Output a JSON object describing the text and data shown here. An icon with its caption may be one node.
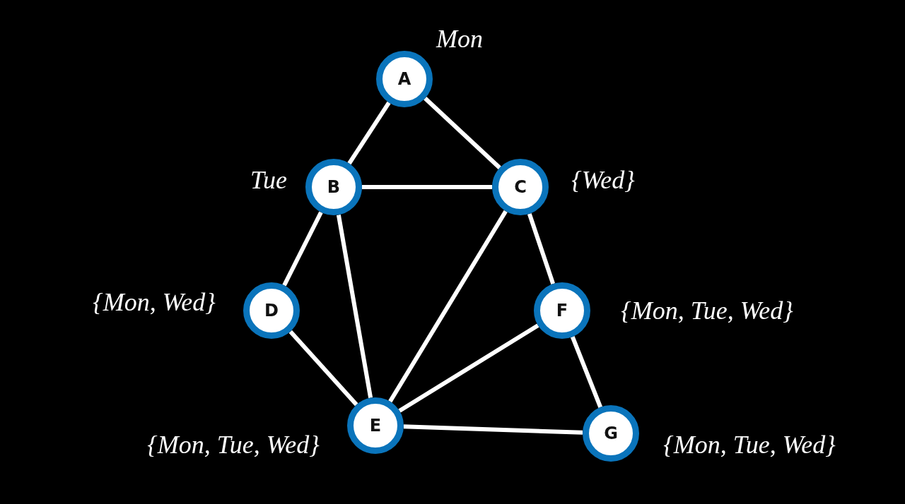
{
  "diagram": {
    "nodes": [
      {
        "text": [
          "A"
        ],
        "beside": [
          "Mon"
        ]
      },
      {
        "text": [
          "B"
        ],
        "beside": [
          "Tue"
        ]
      },
      {
        "text": [
          "C"
        ],
        "beside": [
          "{Wed}"
        ]
      },
      {
        "text": [
          "D"
        ],
        "beside": [
          "{Mon, Wed}"
        ]
      },
      {
        "text": [
          "E"
        ],
        "beside": [
          "{Mon, Tue, Wed}"
        ]
      },
      {
        "text": [
          "F"
        ],
        "beside": [
          "{Mon, Tue, Wed}"
        ]
      },
      {
        "text": [
          "G"
        ],
        "beside": [
          "{Mon, Tue, Wed}"
        ]
      }
    ],
    "edges": [
      {
        "from": 0,
        "to": 1,
        "arrow": "none"
      },
      {
        "from": 0,
        "to": 2,
        "arrow": "none"
      },
      {
        "from": 1,
        "to": 2,
        "arrow": "none"
      },
      {
        "from": 1,
        "to": 3,
        "arrow": "none"
      },
      {
        "from": 1,
        "to": 4,
        "arrow": "none"
      },
      {
        "from": 2,
        "to": 4,
        "arrow": "none"
      },
      {
        "from": 2,
        "to": 5,
        "arrow": "none"
      },
      {
        "from": 3,
        "to": 4,
        "arrow": "none"
      },
      {
        "from": 4,
        "to": 5,
        "arrow": "none"
      },
      {
        "from": 4,
        "to": 6,
        "arrow": "none"
      },
      {
        "from": 5,
        "to": 6,
        "arrow": "none"
      }
    ]
  }
}
